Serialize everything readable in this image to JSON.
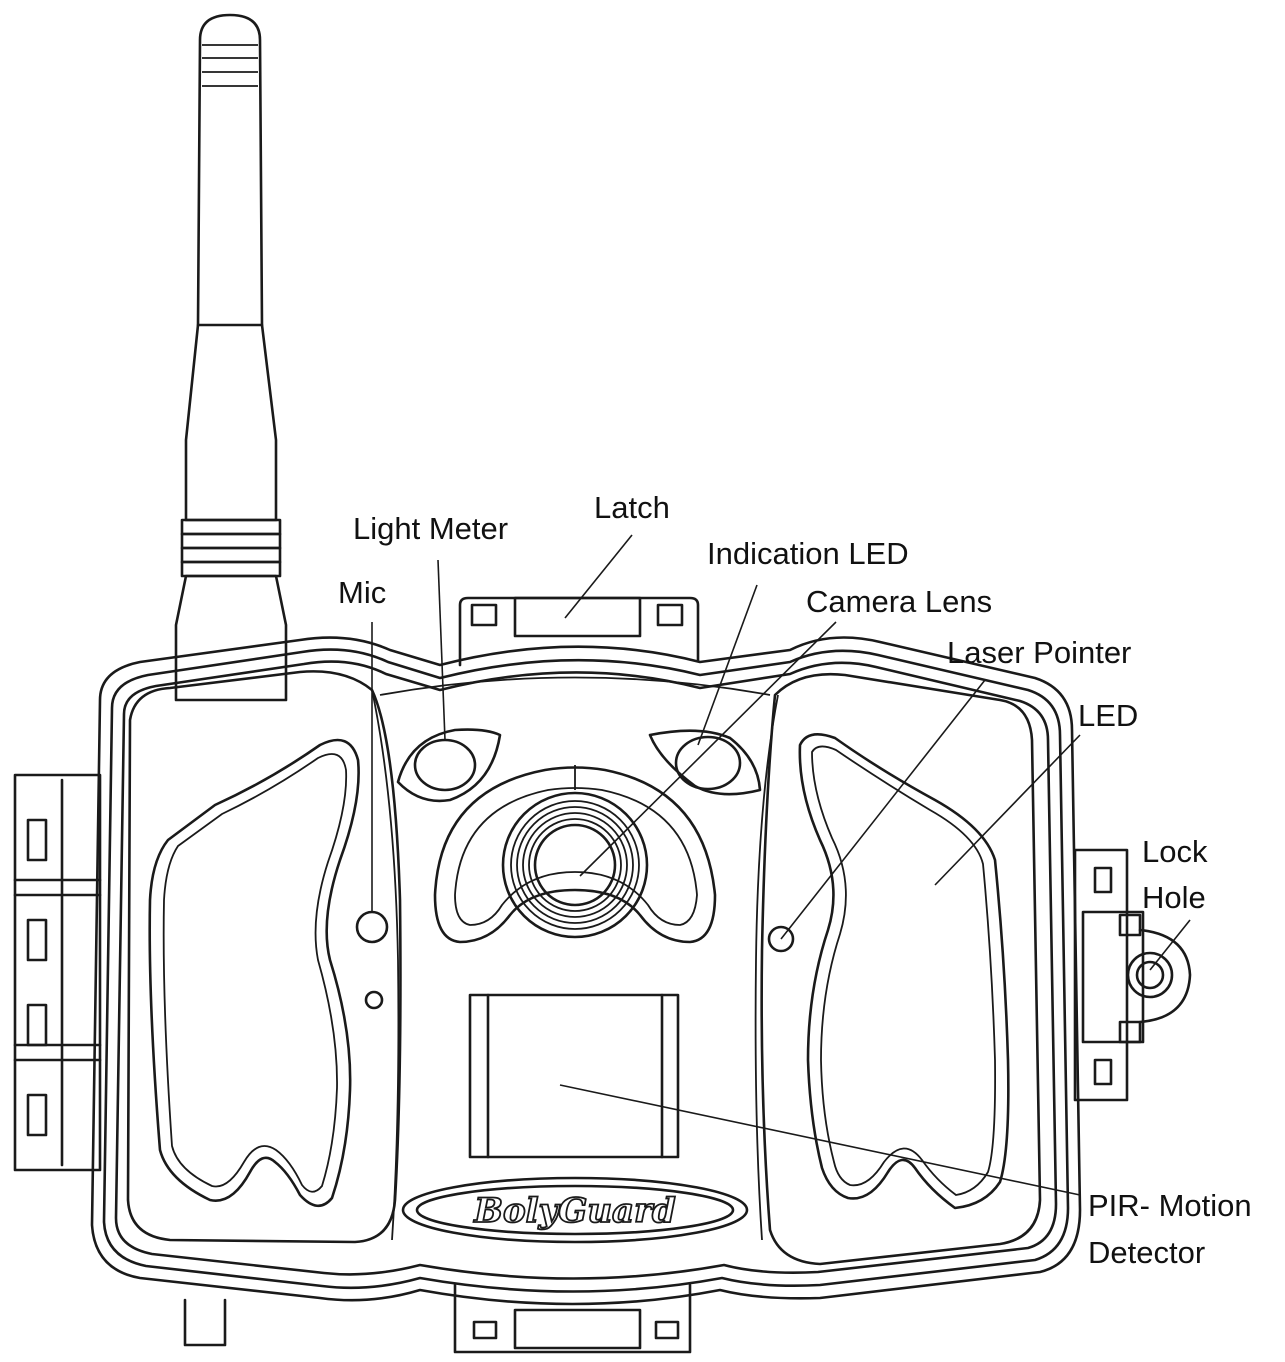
{
  "labels": {
    "latch": "Latch",
    "light_meter": "Light Meter",
    "indication_led": "Indication LED",
    "mic": "Mic",
    "camera_lens": "Camera Lens",
    "laser_pointer": "Laser Pointer",
    "led": "LED",
    "lock_hole_line1": "Lock",
    "lock_hole_line2": "Hole",
    "pir_line1": "PIR- Motion",
    "pir_line2": "Detector"
  },
  "logo_text": "BolyGuard"
}
